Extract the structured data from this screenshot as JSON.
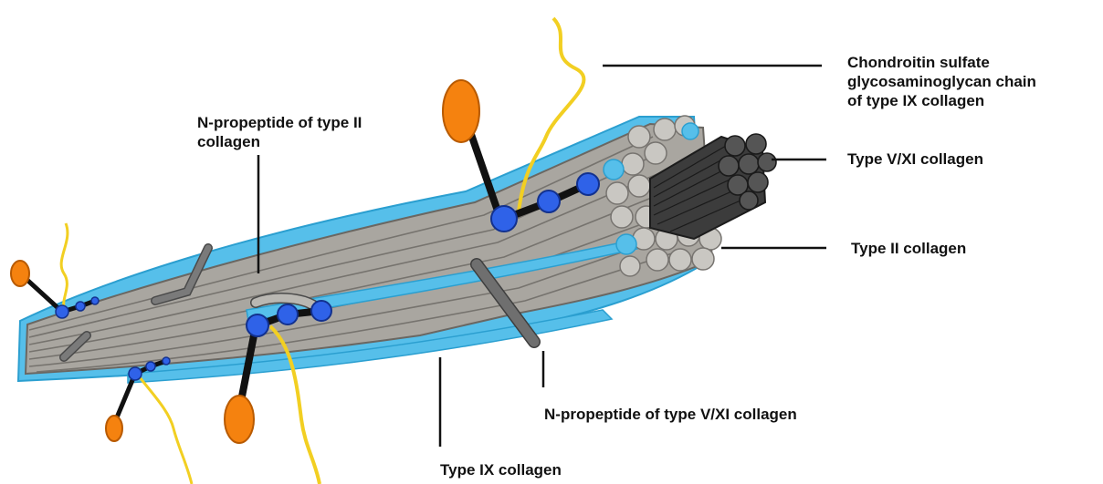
{
  "labels": {
    "chondroitin": [
      "Chondroitin sulfate",
      "glycosaminoglycan chain",
      "of type IX collagen"
    ],
    "n_propeptide_ii": [
      "N-propeptide of type II",
      "collagen"
    ],
    "type_v_xi": "Type V/XI collagen",
    "type_ii": "Type II collagen",
    "n_propeptide_v_xi": "N-propeptide of type V/XI collagen",
    "type_ix": "Type IX collagen"
  },
  "colors": {
    "type_ii_fibril": "#a9a6a0",
    "type_ii_end": "#c9c7c2",
    "type_ix_collagen": "#56bfea",
    "type_v_xi_collagen": "#3c3c3c",
    "domain_node": "#2f62e8",
    "gag_chain": "#f2cf22",
    "nc4_domain": "#f5820f",
    "propeptide": "#6f6f6f"
  }
}
